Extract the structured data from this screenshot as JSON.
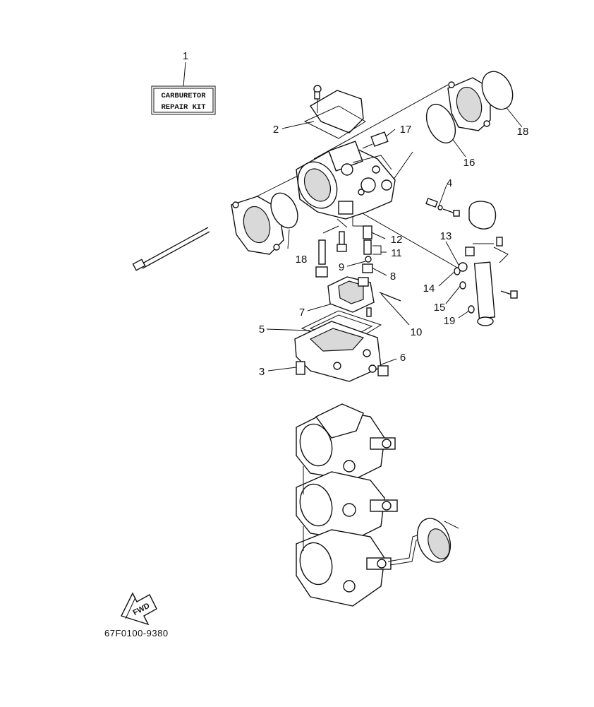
{
  "kit_label": {
    "line1": "CARBURETOR",
    "line2": "REPAIR KIT"
  },
  "callouts": [
    {
      "id": "callout-1",
      "text": "1"
    },
    {
      "id": "callout-2",
      "text": "2"
    },
    {
      "id": "callout-3",
      "text": "3"
    },
    {
      "id": "callout-4",
      "text": "4"
    },
    {
      "id": "callout-5",
      "text": "5"
    },
    {
      "id": "callout-6",
      "text": "6"
    },
    {
      "id": "callout-7",
      "text": "7"
    },
    {
      "id": "callout-8",
      "text": "8"
    },
    {
      "id": "callout-9",
      "text": "9"
    },
    {
      "id": "callout-10",
      "text": "10"
    },
    {
      "id": "callout-11",
      "text": "11"
    },
    {
      "id": "callout-12",
      "text": "12"
    },
    {
      "id": "callout-13",
      "text": "13"
    },
    {
      "id": "callout-14",
      "text": "14"
    },
    {
      "id": "callout-15",
      "text": "15"
    },
    {
      "id": "callout-16",
      "text": "16"
    },
    {
      "id": "callout-17",
      "text": "17"
    },
    {
      "id": "callout-18a",
      "text": "18"
    },
    {
      "id": "callout-18b",
      "text": "18"
    },
    {
      "id": "callout-19",
      "text": "19"
    }
  ],
  "fwd_arrow_label": "FWD",
  "diagram_code": "67F0100-9380"
}
